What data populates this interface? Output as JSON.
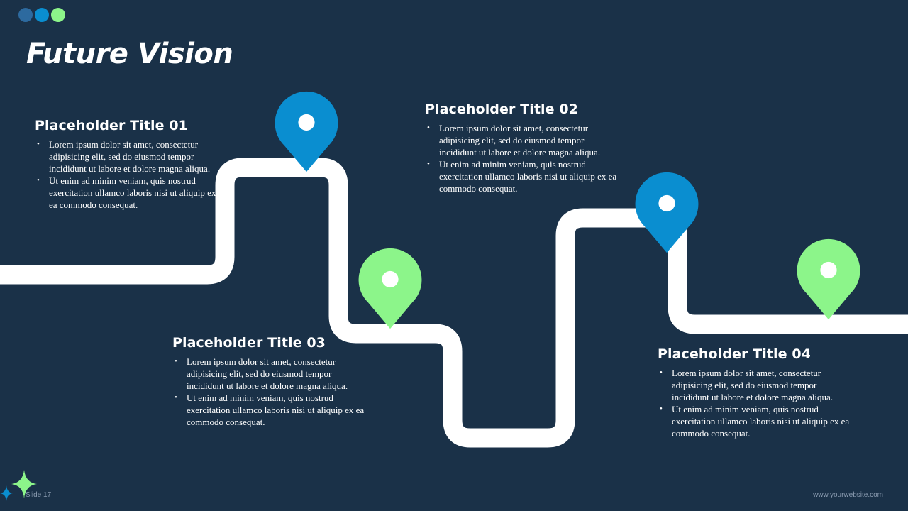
{
  "slide": {
    "title": "Future Vision",
    "dots": [
      {
        "name": "dot-dark-blue",
        "color": "#2d6a9f"
      },
      {
        "name": "dot-blue",
        "color": "#0a8ed0"
      },
      {
        "name": "dot-green",
        "color": "#8cf58a"
      }
    ],
    "colors": {
      "background": "#1a3148",
      "road": "#ffffff",
      "pin_blue": "#0a8ed0",
      "pin_green": "#8cf58a",
      "text": "#ffffff"
    }
  },
  "pins": [
    {
      "name": "location-pin-icon-blue-1",
      "color": "blue"
    },
    {
      "name": "location-pin-icon-green-1",
      "color": "green"
    },
    {
      "name": "location-pin-icon-blue-2",
      "color": "blue"
    },
    {
      "name": "location-pin-icon-green-2",
      "color": "green"
    }
  ],
  "blocks": [
    {
      "title": "Placeholder Title 01",
      "bullets": [
        "Lorem ipsum dolor sit amet, consectetur adipisicing elit, sed do eiusmod tempor incididunt ut labore et dolore magna aliqua.",
        "Ut enim ad minim veniam, quis nostrud exercitation ullamco laboris nisi ut aliquip ex ea commodo consequat."
      ]
    },
    {
      "title": "Placeholder Title 02",
      "bullets": [
        "Lorem ipsum dolor sit amet, consectetur adipisicing elit, sed do eiusmod tempor incididunt ut labore et dolore magna aliqua.",
        "Ut enim ad minim veniam, quis nostrud exercitation ullamco laboris nisi ut aliquip ex ea commodo consequat."
      ]
    },
    {
      "title": "Placeholder Title 03",
      "bullets": [
        "Lorem ipsum dolor sit amet, consectetur adipisicing elit, sed do eiusmod tempor incididunt ut labore et dolore magna aliqua.",
        "Ut enim ad minim veniam, quis nostrud exercitation ullamco laboris nisi ut aliquip ex ea commodo consequat."
      ]
    },
    {
      "title": "Placeholder Title 04",
      "bullets": [
        "Lorem ipsum dolor sit amet, consectetur adipisicing elit, sed do eiusmod tempor incididunt ut labore et dolore magna aliqua.",
        "Ut enim ad minim veniam, quis nostrud exercitation ullamco laboris nisi ut aliquip ex ea commodo consequat."
      ]
    }
  ],
  "footer": {
    "slide_number": "Slide 17",
    "website": "www.yourwebsite.com",
    "sparkle_icon": "sparkle-icon"
  }
}
